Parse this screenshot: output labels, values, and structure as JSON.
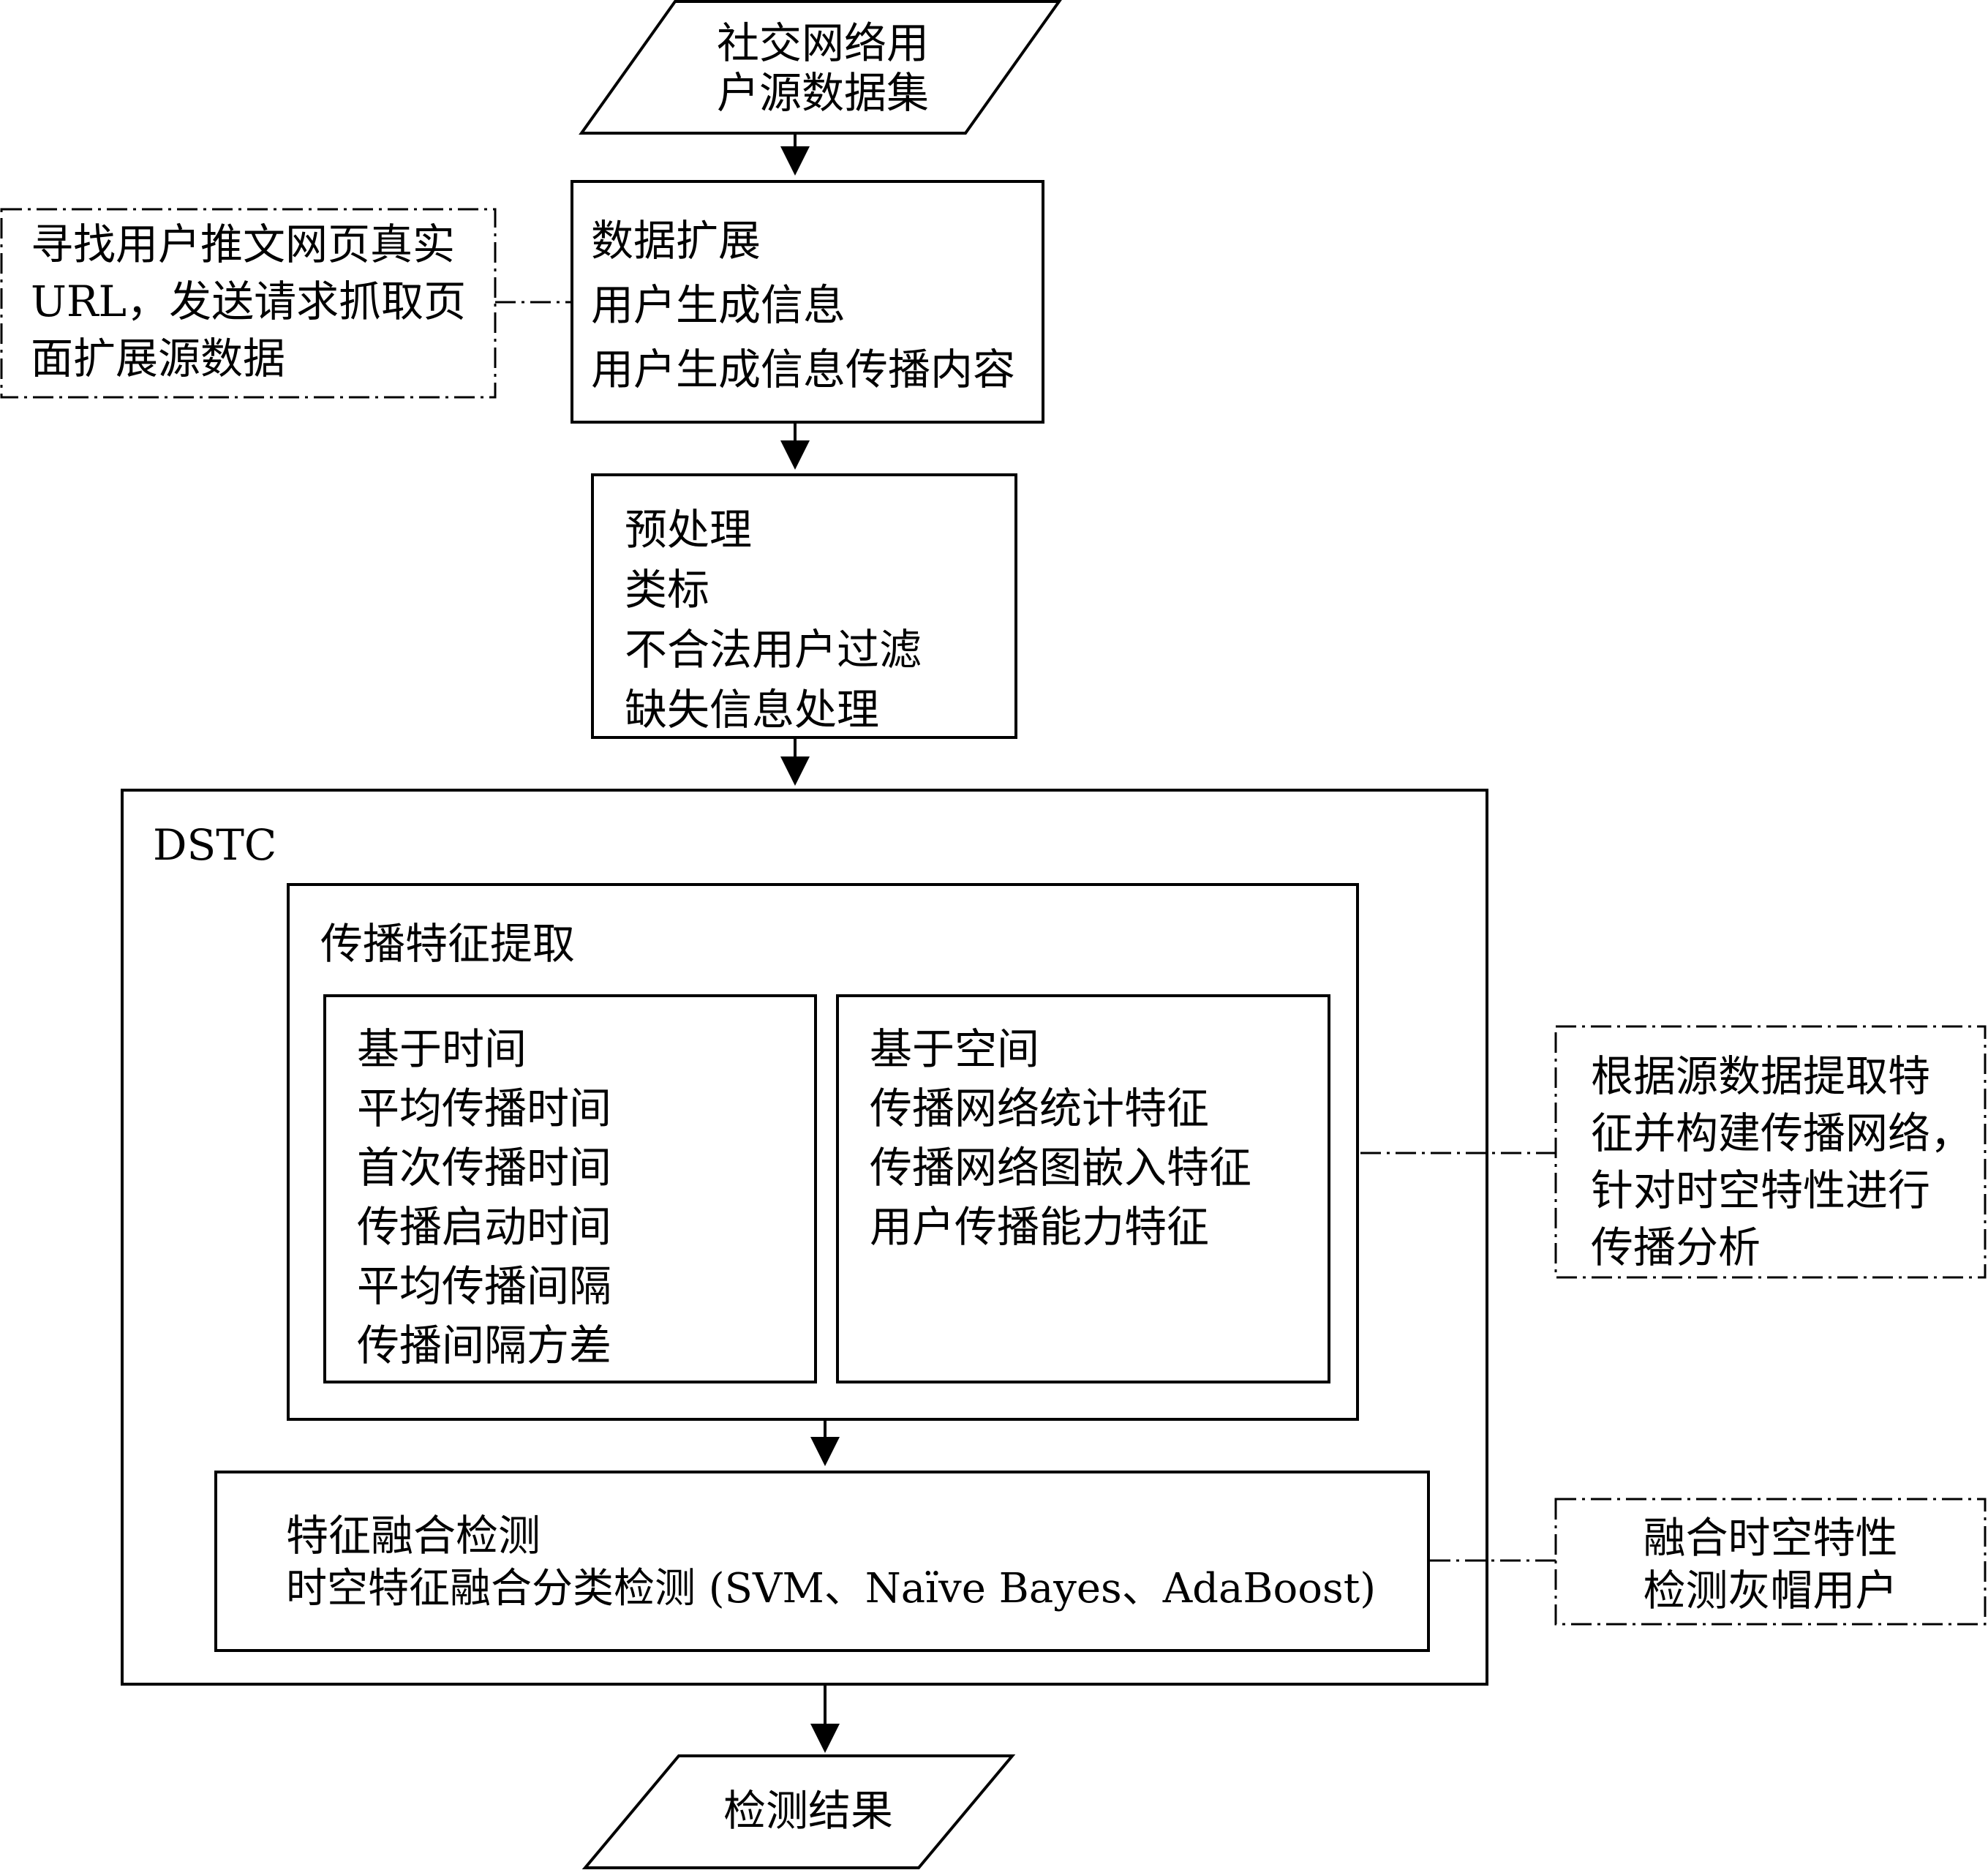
{
  "nodes": {
    "source_dataset": {
      "lines": [
        "社交网络用",
        "户源数据集"
      ]
    },
    "data_expansion": {
      "lines": [
        "数据扩展",
        "用户生成信息",
        "用户生成信息传播内容"
      ]
    },
    "preprocessing": {
      "lines": [
        "预处理",
        "类标",
        "不合法用户过滤",
        "缺失信息处理"
      ]
    },
    "dstc": {
      "label": "DSTC"
    },
    "propagation_feature_extraction": {
      "title": "传播特征提取"
    },
    "time_based": {
      "lines": [
        "基于时间",
        "平均传播时间",
        "首次传播时间",
        "传播启动时间",
        "平均传播间隔",
        "传播间隔方差"
      ]
    },
    "space_based": {
      "lines": [
        "基于空间",
        "传播网络统计特征",
        "传播网络图嵌入特征",
        "用户传播能力特征"
      ]
    },
    "feature_fusion_detection": {
      "lines": [
        "特征融合检测",
        "时空特征融合分类检测 (SVM、Naïve Bayes、AdaBoost)"
      ]
    },
    "detection_result": {
      "label": "检测结果"
    }
  },
  "annotations": {
    "crawl_note": {
      "lines": [
        "寻找用户推文网页真实",
        "URL，发送请求抓取页",
        "面扩展源数据"
      ]
    },
    "network_note": {
      "lines": [
        "根据源数据提取特",
        "征并构建传播网络，",
        "针对时空特性进行",
        "传播分析"
      ]
    },
    "fusion_note": {
      "lines": [
        "融合时空特性",
        "检测灰帽用户"
      ]
    }
  },
  "edges": [
    {
      "from": "source_dataset",
      "to": "data_expansion",
      "style": "arrow"
    },
    {
      "from": "data_expansion",
      "to": "preprocessing",
      "style": "arrow"
    },
    {
      "from": "preprocessing",
      "to": "dstc",
      "style": "arrow"
    },
    {
      "from": "propagation_feature_extraction",
      "to": "feature_fusion_detection",
      "style": "arrow"
    },
    {
      "from": "dstc",
      "to": "detection_result",
      "style": "arrow"
    },
    {
      "from": "crawl_note",
      "to": "data_expansion",
      "style": "dash-dot"
    },
    {
      "from": "network_note",
      "to": "propagation_feature_extraction",
      "style": "dash-dot"
    },
    {
      "from": "fusion_note",
      "to": "feature_fusion_detection",
      "style": "dash-dot"
    }
  ],
  "colors": {
    "stroke": "#000000",
    "background": "#ffffff",
    "text": "#000000"
  }
}
